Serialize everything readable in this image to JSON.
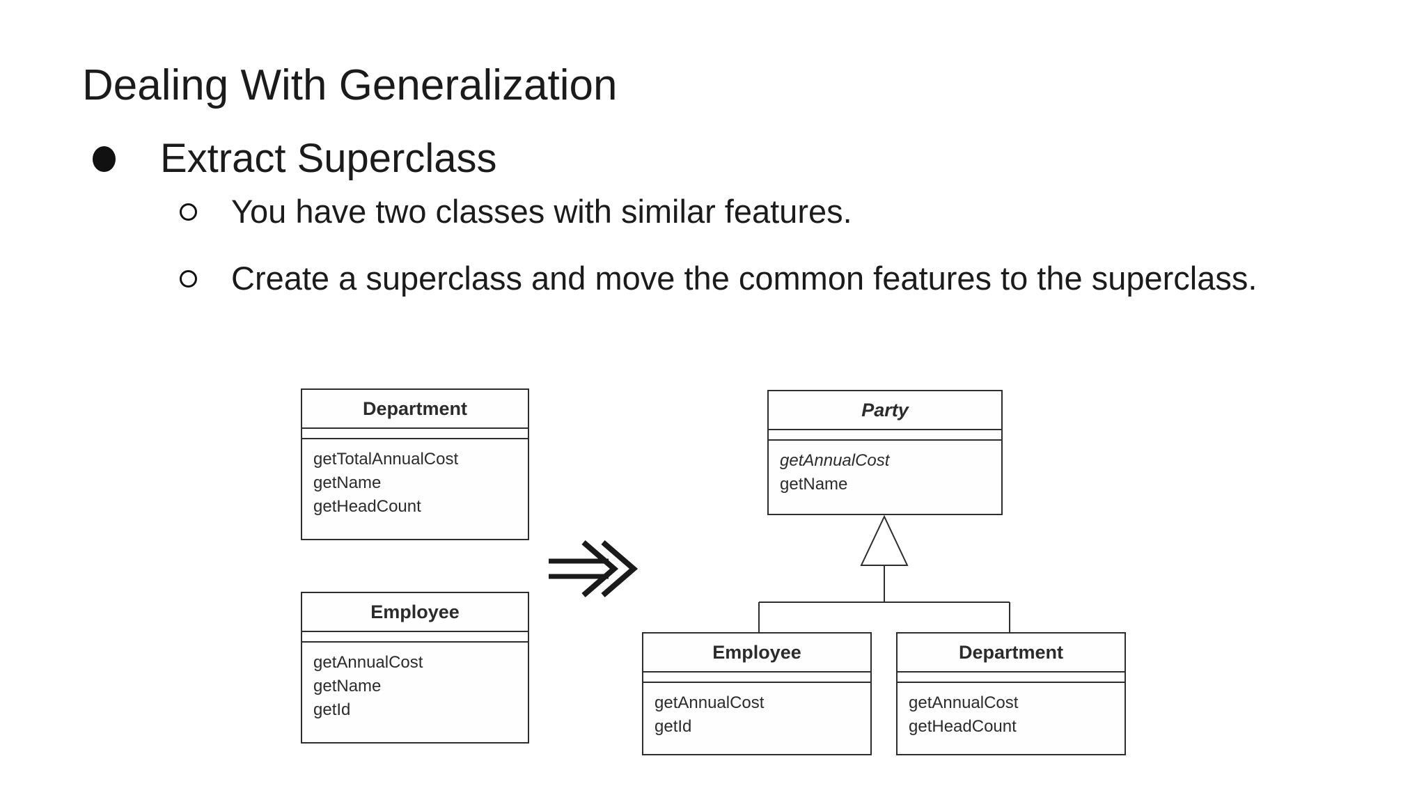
{
  "slide": {
    "title": "Dealing With Generalization",
    "bullets": [
      {
        "label": "Extract Superclass",
        "children": [
          "You have two classes with similar features.",
          "Create a superclass and move the common features to the superclass."
        ]
      }
    ]
  },
  "diagram": {
    "before": {
      "department": {
        "name": "Department",
        "methods": [
          "getTotalAnnualCost",
          "getName",
          "getHeadCount"
        ]
      },
      "employee": {
        "name": "Employee",
        "methods": [
          "getAnnualCost",
          "getName",
          "getId"
        ]
      }
    },
    "after": {
      "party": {
        "name": "Party",
        "methods": [
          "getAnnualCost",
          "getName"
        ],
        "abstract_method": "getAnnualCost"
      },
      "employee": {
        "name": "Employee",
        "methods": [
          "getAnnualCost",
          "getId"
        ]
      },
      "department": {
        "name": "Department",
        "methods": [
          "getAnnualCost",
          "getHeadCount"
        ]
      }
    },
    "icons": {
      "l1_bullet": "filled-circle",
      "l2_bullet": "hollow-circle",
      "transform_arrow": "double-right-arrow",
      "inheritance": "hollow-triangle-up"
    },
    "colors": {
      "line": "#2d2d2d",
      "text": "#2b2b2b",
      "background": "#ffffff"
    }
  }
}
